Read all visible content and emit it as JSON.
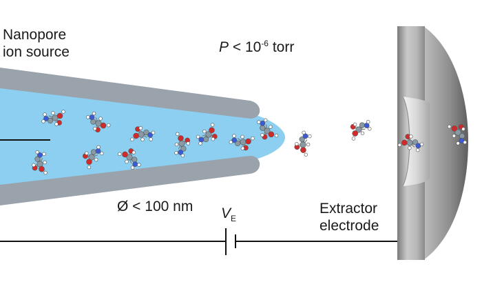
{
  "labels": {
    "source_line1": "Nanopore",
    "source_line2": "ion source",
    "pressure_symbol": "P",
    "pressure_text": " < 10",
    "pressure_exponent": "-6",
    "pressure_unit": " torr",
    "diameter": "Ø < 100 nm",
    "voltage_symbol": "V",
    "voltage_subscript": "E",
    "electrode_line1": "Extractor",
    "electrode_line2": "electrode"
  },
  "colors": {
    "pipette_wall": "#9aa2ac",
    "solution": "#8ccff0",
    "electrode_light": "#d6d6d6",
    "electrode_dark": "#6f6f6f",
    "wire": "#111111",
    "atom_carbon": "#8a9aa4",
    "atom_oxygen": "#d12a2a",
    "atom_nitrogen": "#3b5bd6",
    "atom_hydrogen": "#ffffff"
  }
}
